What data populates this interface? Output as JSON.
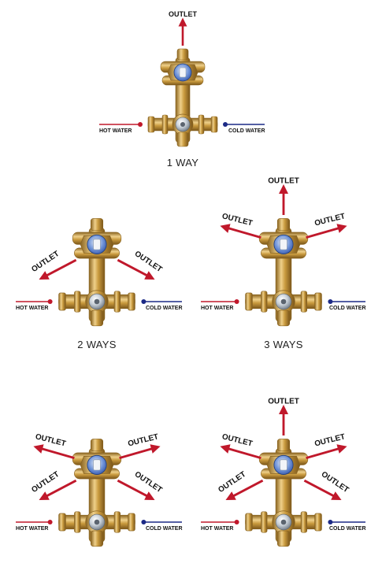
{
  "labels": {
    "outlet": "OUTLET",
    "hot_water": "HOT WATER",
    "cold_water": "COLD WATER"
  },
  "diagrams": [
    {
      "caption": "1 WAY",
      "outlets": [
        "up"
      ]
    },
    {
      "caption": "2 WAYS",
      "outlets": [
        "low-left",
        "low-right"
      ]
    },
    {
      "caption": "3 WAYS",
      "outlets": [
        "up",
        "up-left",
        "up-right"
      ]
    },
    {
      "caption": "",
      "outlets": [
        "up-left",
        "up-right",
        "low-left",
        "low-right"
      ]
    },
    {
      "caption": "",
      "outlets": [
        "up",
        "up-left",
        "up-right",
        "low-left",
        "low-right"
      ]
    }
  ],
  "colors": {
    "hot": "#c0182b",
    "cold": "#1c2a86",
    "arrow": "#c0182b",
    "brass": "#c99a3e",
    "brass_dark": "#8a6420",
    "brass_light": "#efd08a",
    "chrome": "#cfd6de",
    "cap_blue": "#3a63c8"
  }
}
